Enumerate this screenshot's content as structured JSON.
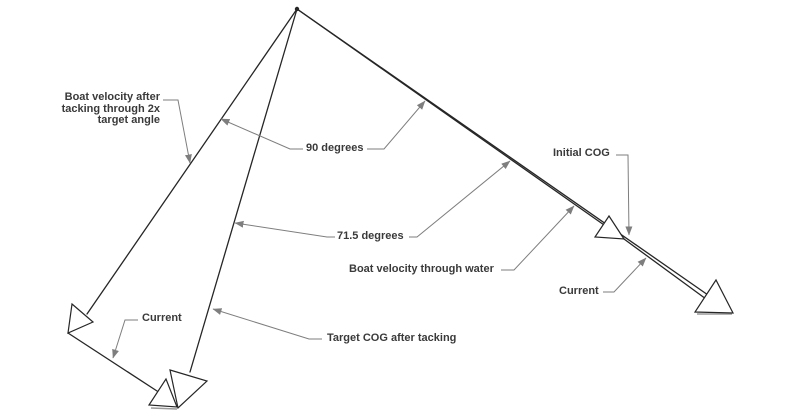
{
  "diagram": {
    "type": "vector-diagram-sailing-tacking",
    "labels": {
      "boat_velocity_after_tacking_lines": [
        "Boat velocity after",
        "tacking through 2x",
        "target angle"
      ],
      "angle_90": "90 degrees",
      "angle_71_5": "71.5 degrees",
      "initial_cog": "Initial COG",
      "boat_velocity_through_water": "Boat velocity through water",
      "current_right": "Current",
      "current_left": "Current",
      "target_cog_after_tacking": "Target COG after tacking"
    },
    "colors": {
      "line": "#262626",
      "leader": "#7e7e7e",
      "text": "#3a3a3a",
      "background": "#ffffff"
    }
  }
}
